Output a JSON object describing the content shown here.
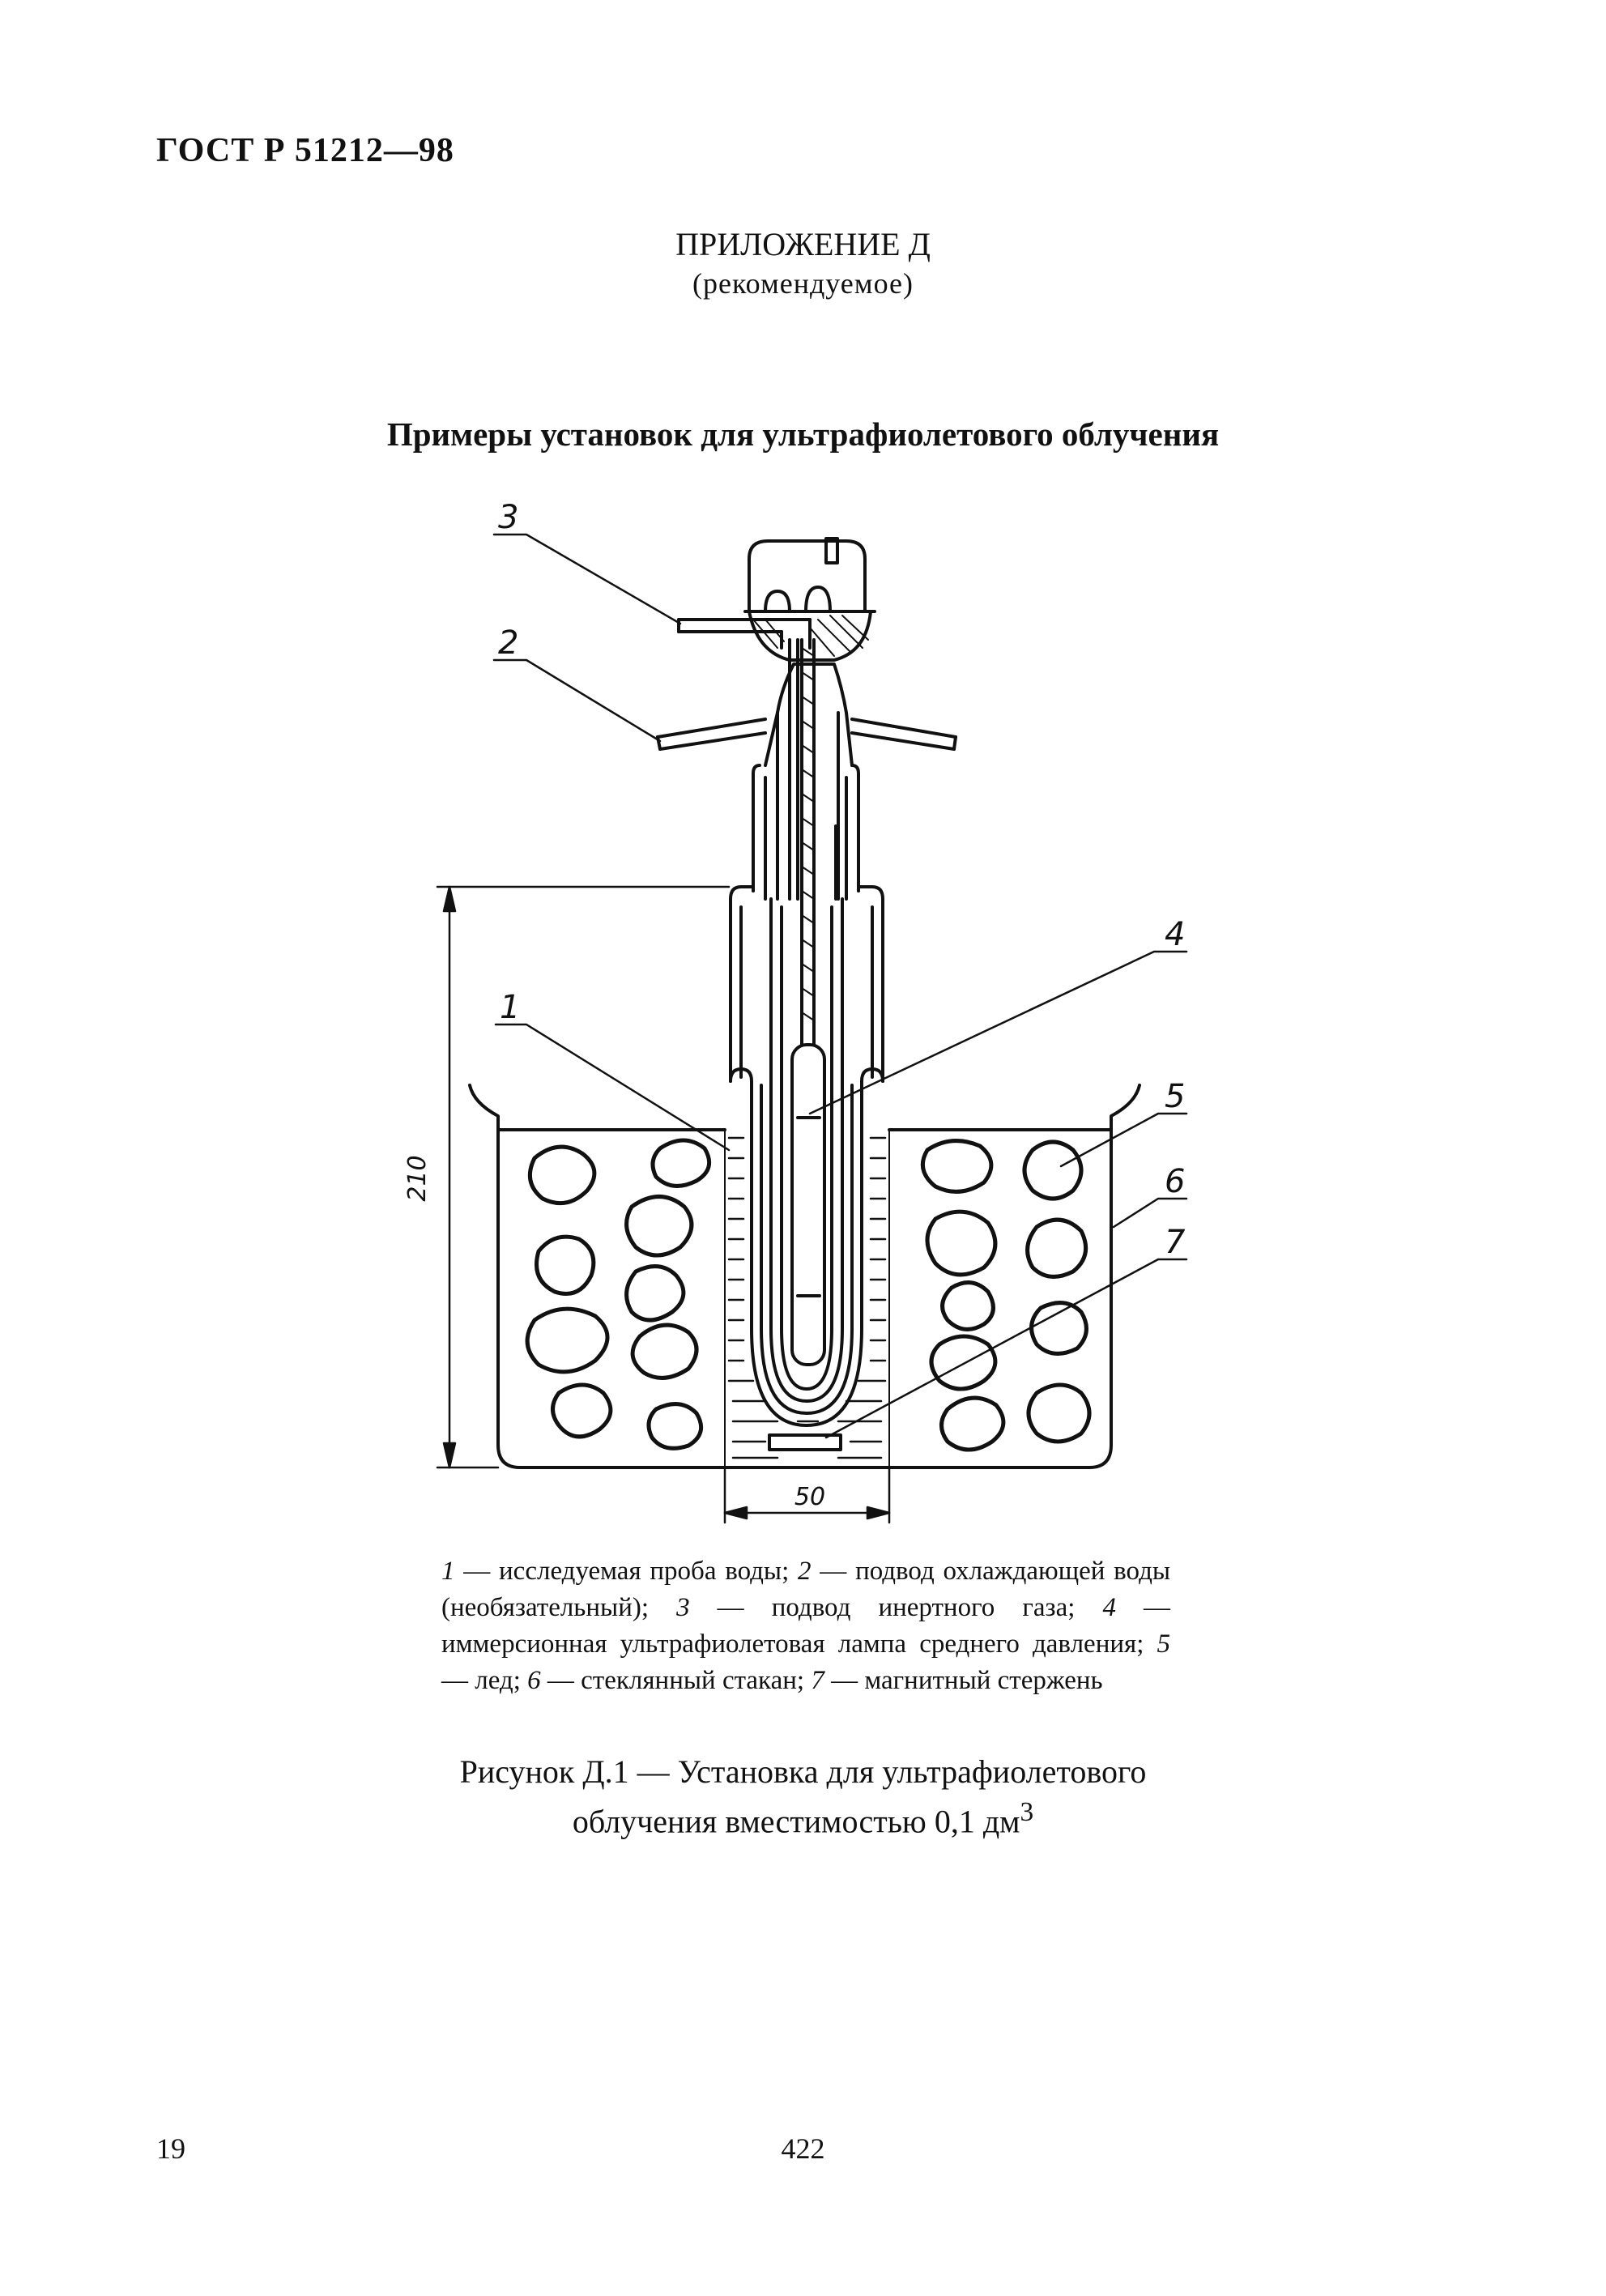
{
  "header": {
    "doc_code": "ГОСТ Р 51212—98"
  },
  "appendix": {
    "title": "ПРИЛОЖЕНИЕ Д",
    "kind": "(рекомендуемое)"
  },
  "section_title": "Примеры установок для ультрафиолетового облучения",
  "figure": {
    "callouts": [
      "1",
      "2",
      "3",
      "4",
      "5",
      "6",
      "7"
    ],
    "dimensions": {
      "height": "210",
      "width": "50"
    },
    "legend": [
      {
        "num": "1",
        "text": "исследуемая проба воды;"
      },
      {
        "num": "2",
        "text": "подвод охлаждающей воды (необязательный);"
      },
      {
        "num": "3",
        "text": "подвод инертного газа;"
      },
      {
        "num": "4",
        "text": "иммерсионная ультрафиолетовая лампа среднего давления;"
      },
      {
        "num": "5",
        "text": "лед;"
      },
      {
        "num": "6",
        "text": "стеклянный стакан;"
      },
      {
        "num": "7",
        "text": "магнитный стержень"
      }
    ],
    "caption_line1": "Рисунок Д.1 — Установка для ультрафиолетового",
    "caption_line2": "облучения вместимостью 0,1 дм",
    "caption_sup": "3"
  },
  "footer": {
    "sheet_number": "19",
    "page_number": "422"
  }
}
